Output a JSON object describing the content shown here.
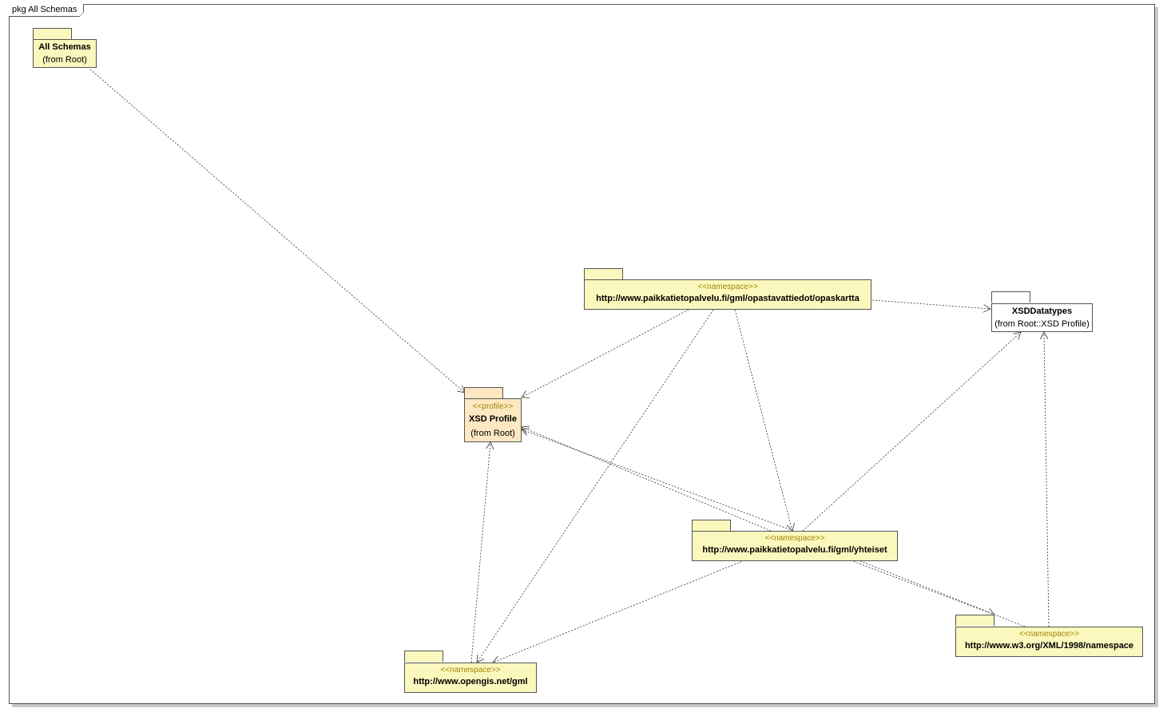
{
  "frame": {
    "label": "pkg All Schemas"
  },
  "packages": {
    "all_schemas": {
      "name": "All Schemas",
      "from": "(from Root)"
    },
    "xsd_profile": {
      "stereotype": "<<profile>>",
      "name": "XSD Profile",
      "from": "(from Root)"
    },
    "xsd_datatypes": {
      "name": "XSDDatatypes",
      "from": "(from Root::XSD Profile)"
    },
    "opaskartta": {
      "stereotype": "<<namespace>>",
      "name": "http://www.paikkatietopalvelu.fi/gml/opastavattiedot/opaskartta"
    },
    "yhteiset": {
      "stereotype": "<<namespace>>",
      "name": "http://www.paikkatietopalvelu.fi/gml/yhteiset"
    },
    "w3": {
      "stereotype": "<<namespace>>",
      "name": "http://www.w3.org/XML/1998/namespace"
    },
    "gml": {
      "stereotype": "<<namespace>>",
      "name": "http://www.opengis.net/gml"
    }
  },
  "colors": {
    "package": "#fbf8be",
    "profile": "#fde8c2",
    "line": "#333333"
  }
}
